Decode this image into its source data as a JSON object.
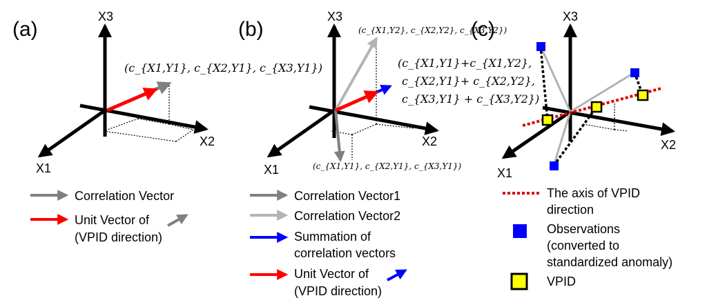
{
  "panels": {
    "a": {
      "tag": "(a)",
      "axes": {
        "x1": "X1",
        "x2": "X2",
        "x3": "X3"
      },
      "coord_label": "(c_{X1,Y1}, c_{X2,Y1}, c_{X3,Y1})",
      "legend": {
        "correlation_vector": "Correlation Vector",
        "unit_vector_line1": "Unit Vector of",
        "unit_vector_line2": "(VPID direction)"
      }
    },
    "b": {
      "tag": "(b)",
      "axes": {
        "x1": "X1",
        "x2": "X2",
        "x3": "X3"
      },
      "coord_y2": "(c_{X1,Y2}, c_{X2,Y2}, c_{X3,Y2})",
      "coord_y1": "(c_{X1,Y1}, c_{X2,Y1}, c_{X3,Y1})",
      "sum_line1": "(c_{X1,Y1}+c_{X1,Y2},",
      "sum_line2": "c_{X2,Y1}+ c_{X2,Y2},",
      "sum_line3": "c_{X3,Y1} + c_{X3,Y2})",
      "legend": {
        "vector1": "Correlation Vector1",
        "vector2": "Correlation Vector2",
        "summation_line1": "Summation of",
        "summation_line2": "correlation vectors",
        "unit_vector_line1": "Unit Vector of",
        "unit_vector_line2": "(VPID direction)"
      }
    },
    "c": {
      "tag": "(c)",
      "axes": {
        "x1": "X1",
        "x2": "X2",
        "x3": "X3"
      },
      "legend": {
        "axis_line1": "The axis of VPID",
        "axis_line2": "direction",
        "obs_line1": "Observations",
        "obs_line2": "(converted to",
        "obs_line3": "standardized anomaly)",
        "vpid": "VPID"
      }
    }
  },
  "colors": {
    "axis": "#000000",
    "correlation_vector": "#808080",
    "correlation_vector2": "#b3b3b3",
    "unit_vector": "#ff0000",
    "summation_vector": "#0000ff",
    "observation": "#0000ff",
    "vpid_fill": "#ffff00",
    "vpid_axis": "#dd0000"
  }
}
